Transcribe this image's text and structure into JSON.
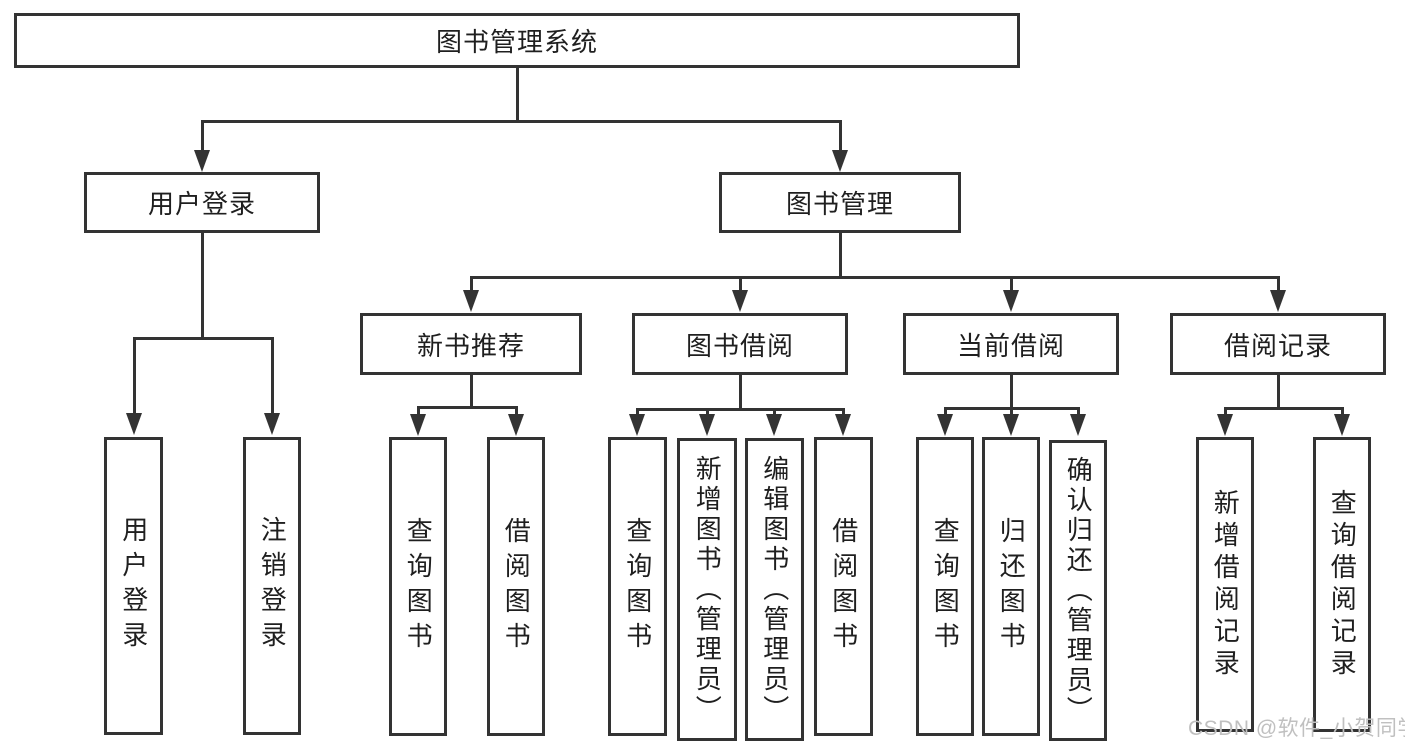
{
  "diagram": {
    "root": {
      "label": "图书管理系统"
    },
    "branches": [
      {
        "label": "用户登录",
        "children": [
          {
            "label": "用户登录"
          },
          {
            "label": "注销登录"
          }
        ]
      },
      {
        "label": "图书管理",
        "children": [
          {
            "label": "新书推荐",
            "children": [
              {
                "label": "查询图书"
              },
              {
                "label": "借阅图书"
              }
            ]
          },
          {
            "label": "图书借阅",
            "children": [
              {
                "label": "查询图书"
              },
              {
                "label": "新增图书（管理员）"
              },
              {
                "label": "编辑图书（管理员）"
              },
              {
                "label": "借阅图书"
              }
            ]
          },
          {
            "label": "当前借阅",
            "children": [
              {
                "label": "查询图书"
              },
              {
                "label": "归还图书"
              },
              {
                "label": "确认归还（管理员）"
              }
            ]
          },
          {
            "label": "借阅记录",
            "children": [
              {
                "label": "新增借阅记录"
              },
              {
                "label": "查询借阅记录"
              }
            ]
          }
        ]
      }
    ]
  },
  "watermark": {
    "text": "CSDN @软件_小贺同学",
    "color": "#c0c0c0"
  },
  "colors": {
    "line": "#333333",
    "text": "#1f1f1f",
    "background": "#ffffff",
    "box_fill": "#ffffff"
  }
}
